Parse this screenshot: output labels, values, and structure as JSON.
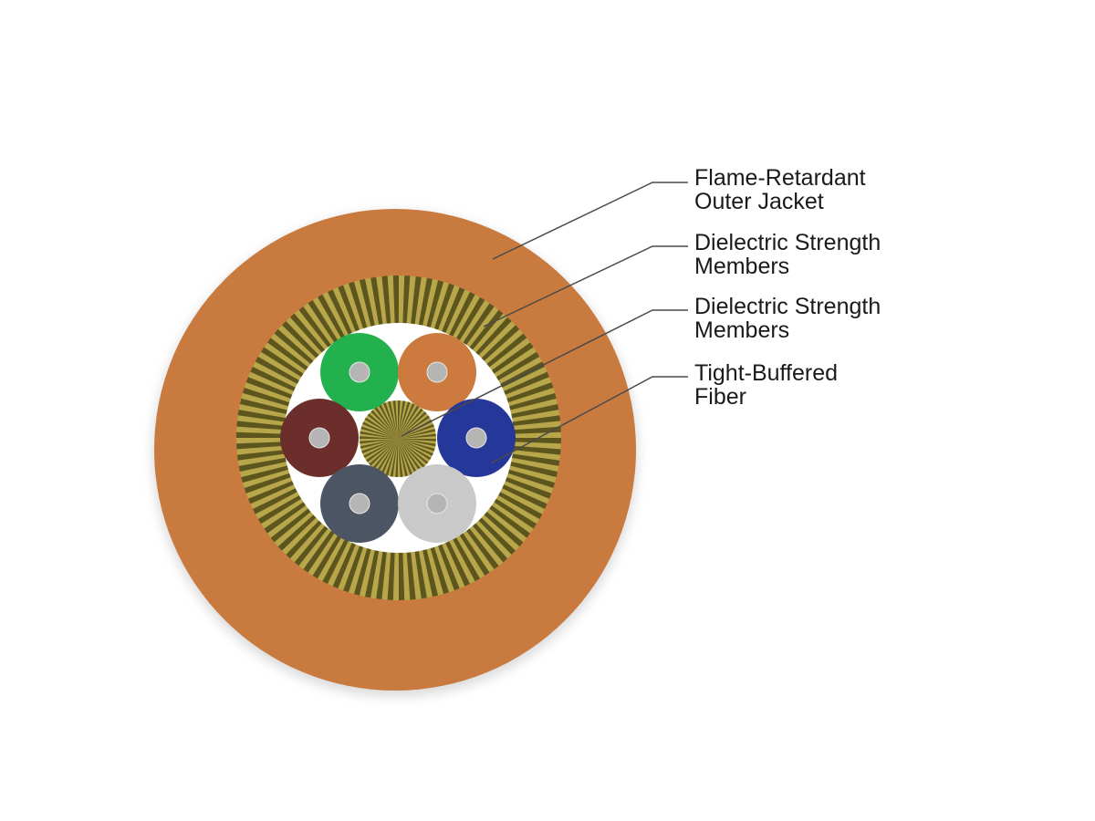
{
  "diagram": {
    "labels": [
      {
        "id": "outer-jacket",
        "lines": [
          "Flame-Retardant",
          "Outer Jacket"
        ]
      },
      {
        "id": "strength-members-a",
        "lines": [
          "Dielectric Strength",
          "Members"
        ]
      },
      {
        "id": "strength-members-b",
        "lines": [
          "Dielectric Strength",
          "Members"
        ]
      },
      {
        "id": "tight-buffered-fiber",
        "lines": [
          "Tight-Buffered",
          "Fiber"
        ]
      }
    ],
    "colors": {
      "jacket": "#c97a3f",
      "strength_light": "#b7a74a",
      "strength_dark": "#3d3a10",
      "core_gap": "#ffffff",
      "fiber_core": "#b5b5b5",
      "leader_line": "#4a4a4a"
    },
    "fibers": [
      {
        "name": "green",
        "color": "#23b14d"
      },
      {
        "name": "orange",
        "color": "#cc7a3e"
      },
      {
        "name": "brown",
        "color": "#6b2e2b"
      },
      {
        "name": "blue",
        "color": "#26379a"
      },
      {
        "name": "slate",
        "color": "#4b5563"
      },
      {
        "name": "white",
        "color": "#c9c9c9"
      }
    ]
  }
}
